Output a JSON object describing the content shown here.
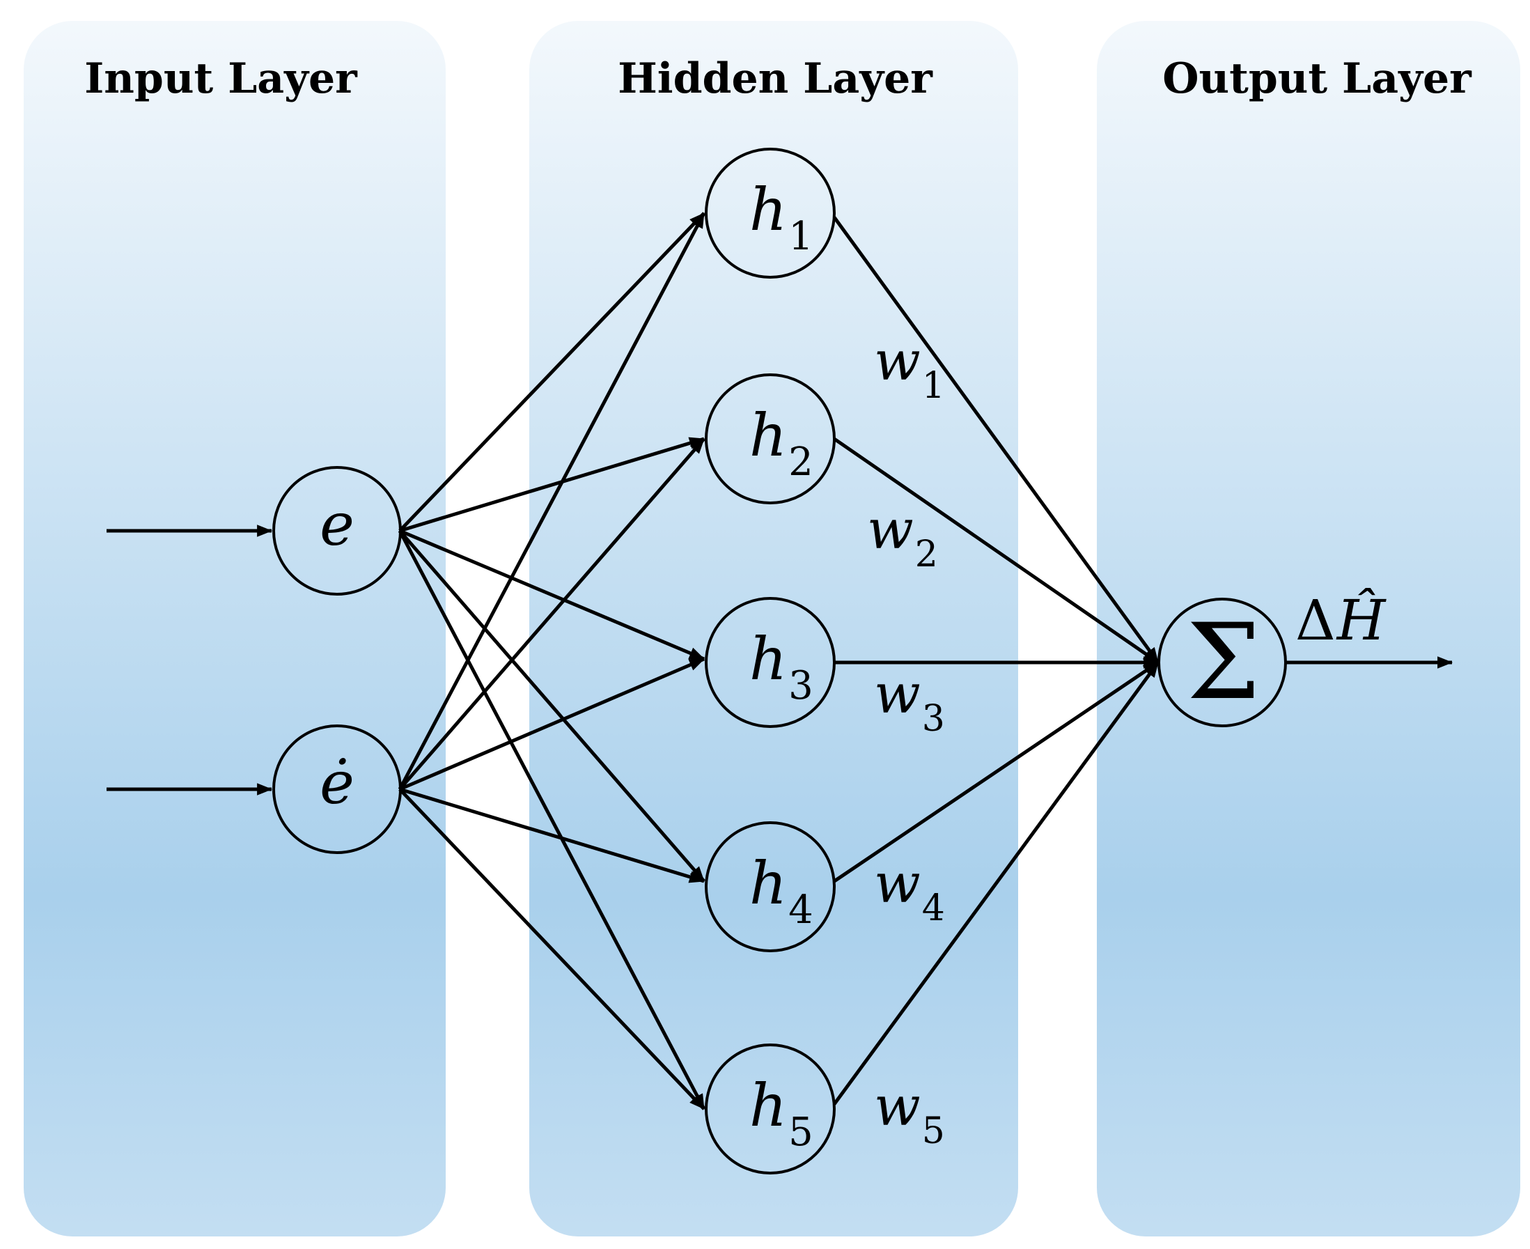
{
  "layers": [
    {
      "id": "input",
      "title": "Input Layer"
    },
    {
      "id": "hidden",
      "title": "Hidden Layer"
    },
    {
      "id": "output",
      "title": "Output Layer"
    }
  ],
  "inputs": [
    {
      "symbol": "e"
    },
    {
      "symbol": "ė"
    }
  ],
  "hidden": [
    {
      "symbol": "h",
      "sub": "1"
    },
    {
      "symbol": "h",
      "sub": "2"
    },
    {
      "symbol": "h",
      "sub": "3"
    },
    {
      "symbol": "h",
      "sub": "4"
    },
    {
      "symbol": "h",
      "sub": "5"
    }
  ],
  "weights": [
    {
      "symbol": "w",
      "sub": "1"
    },
    {
      "symbol": "w",
      "sub": "2"
    },
    {
      "symbol": "w",
      "sub": "3"
    },
    {
      "symbol": "w",
      "sub": "4"
    },
    {
      "symbol": "w",
      "sub": "5"
    }
  ],
  "output": {
    "symbol": "Σ",
    "label_delta": "Δ",
    "label_var": "Ĥ"
  },
  "colors": {
    "panel_top": "#f2f7fc",
    "panel_bottom": "#a9d0ec",
    "line": "#000000"
  }
}
